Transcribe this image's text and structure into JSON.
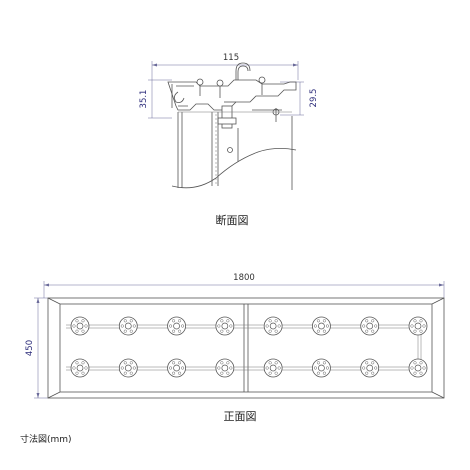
{
  "section_view": {
    "dim_width": "115",
    "dim_height_left": "35.1",
    "dim_height_right": "29.5",
    "caption": "断面図"
  },
  "front_view": {
    "dim_width": "1800",
    "dim_height": "450",
    "caption": "正面図",
    "rows": 2,
    "lamps_per_row": 8
  },
  "note": "寸法図(mm)"
}
